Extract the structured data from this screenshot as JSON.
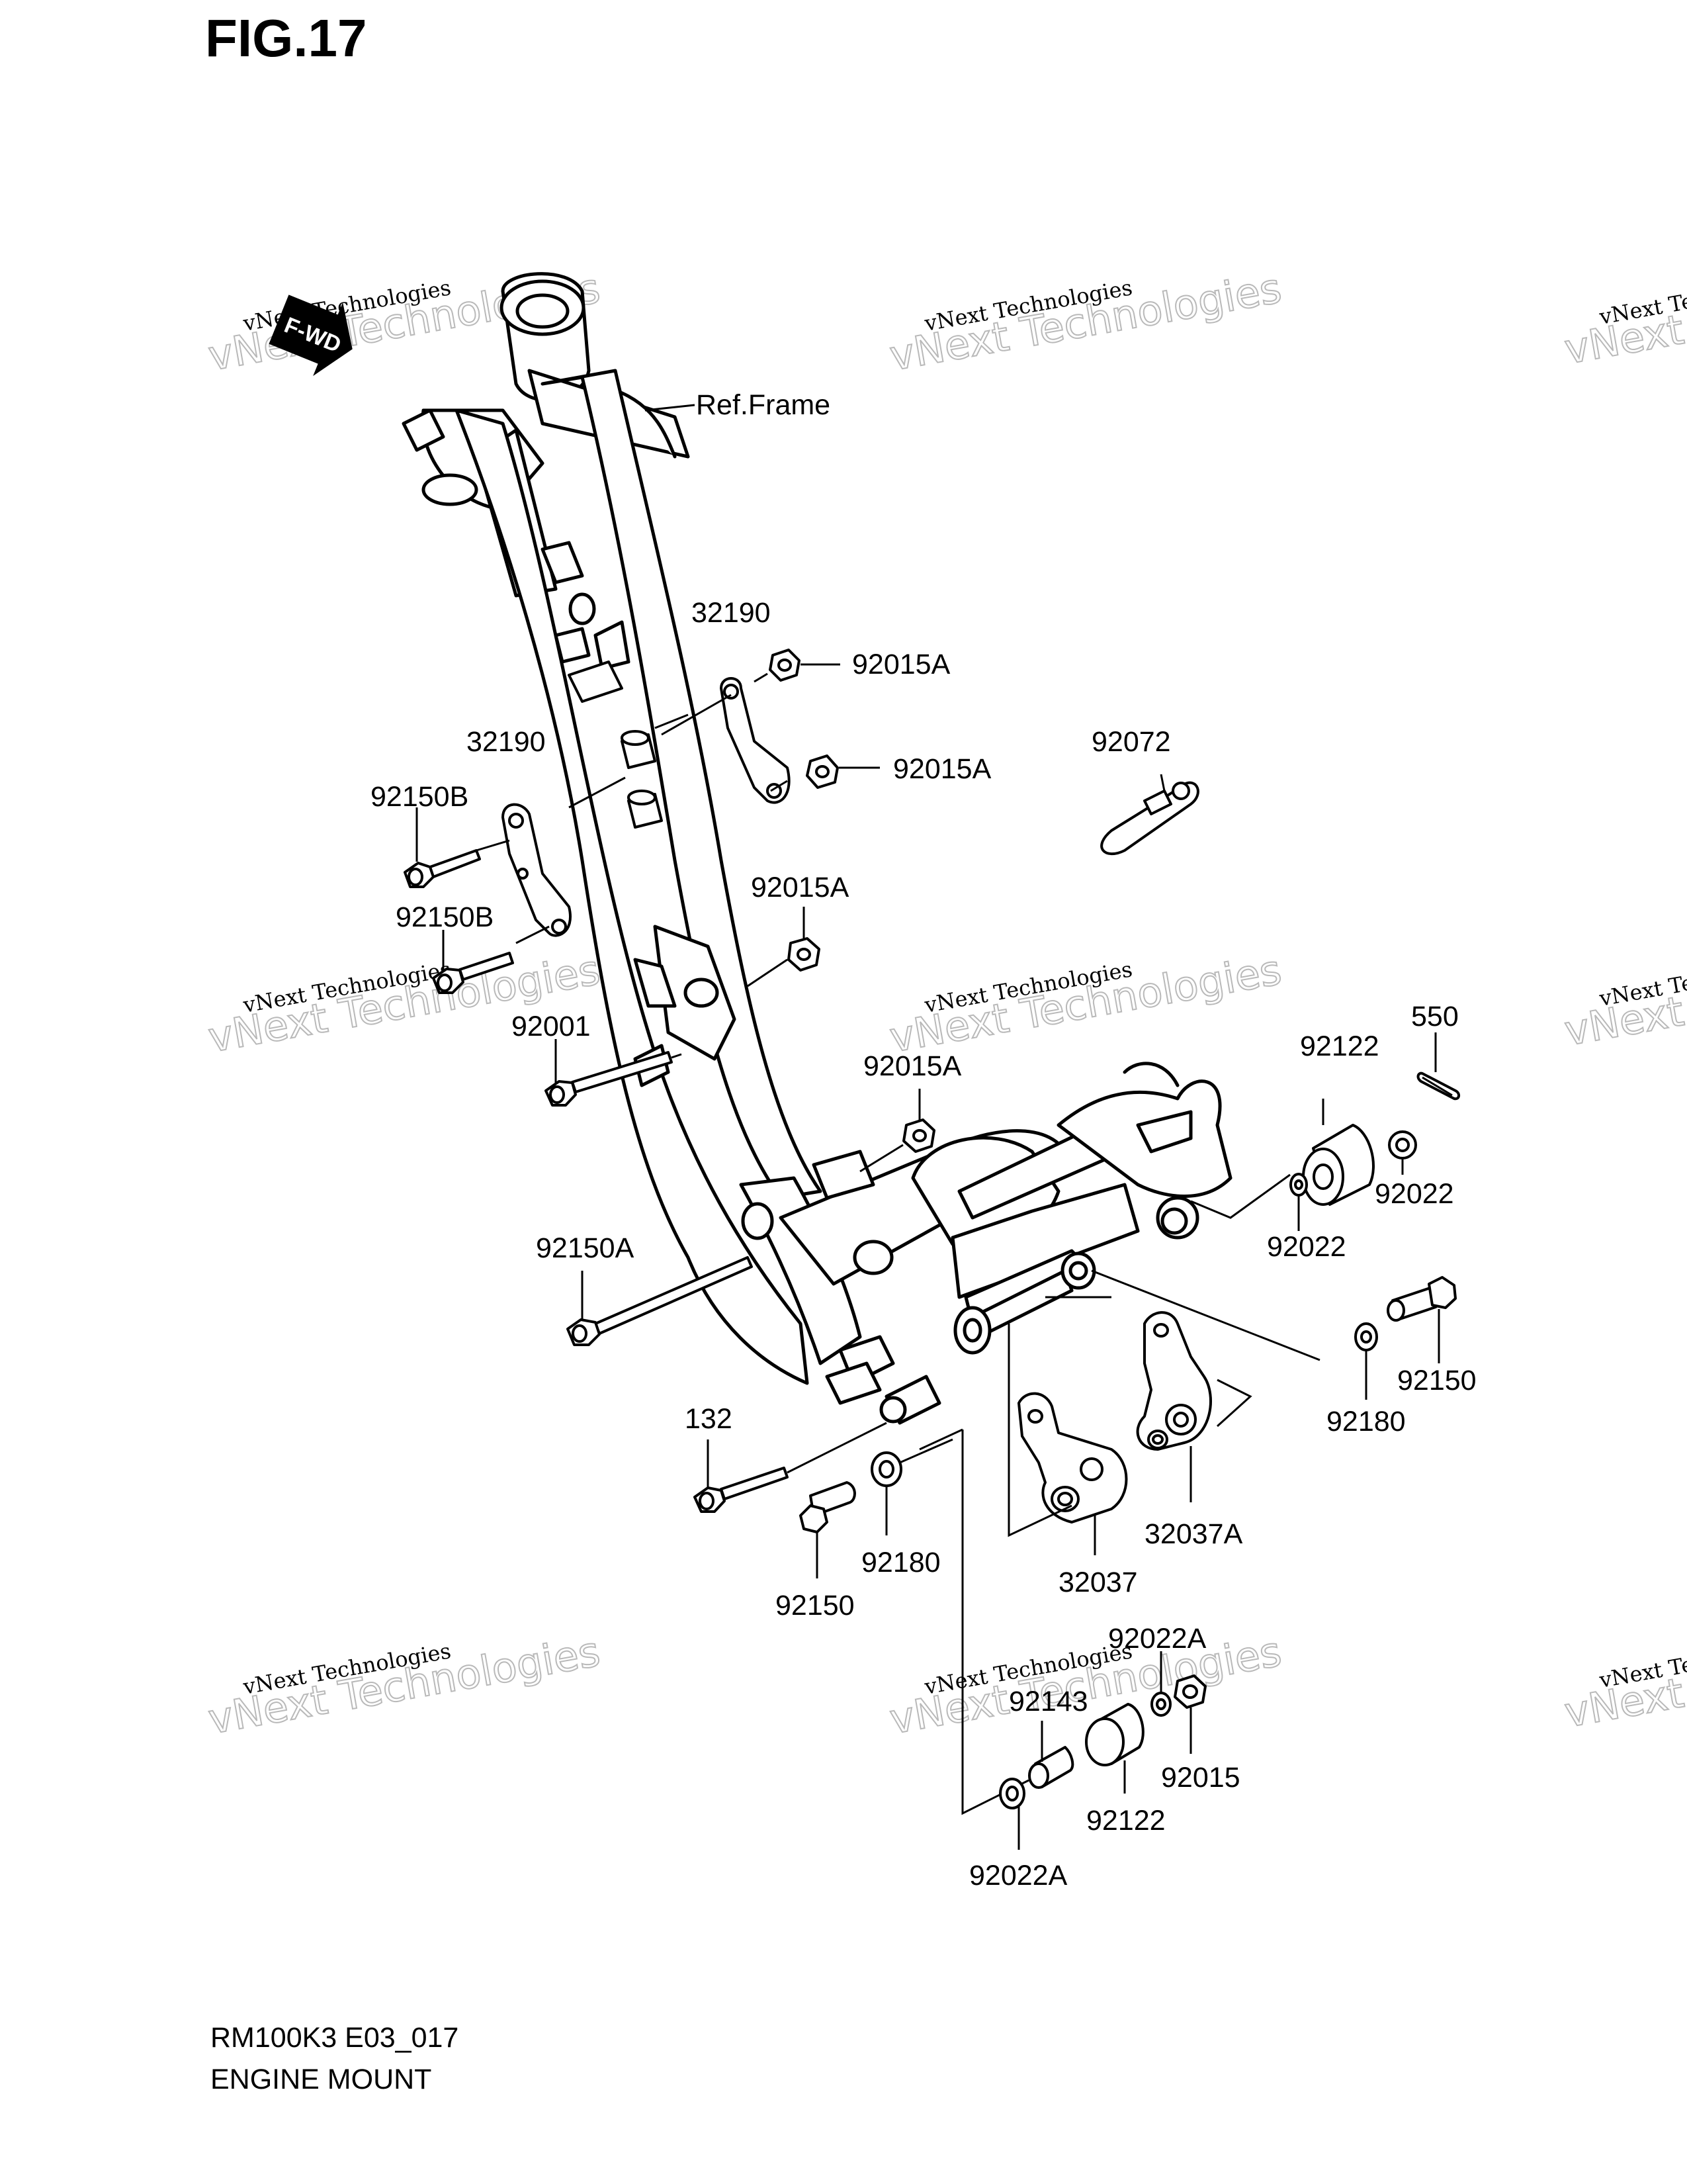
{
  "figure": {
    "title": "FIG.17"
  },
  "frame_ref": "Ref.Frame",
  "fwd_badge": "F-WD",
  "watermark": {
    "line1": "vNext Technologies",
    "line2": "vNext Technologies"
  },
  "parts": [
    "32190",
    "92015A",
    "92015A",
    "32190",
    "92150B",
    "92150B",
    "92072",
    "92015A",
    "92001",
    "92015A",
    "92122",
    "550",
    "92022",
    "92022",
    "92150A",
    "92150",
    "92180",
    "132",
    "92180",
    "92150",
    "32037A",
    "32037",
    "92022A",
    "92143",
    "92015",
    "92122",
    "92022A"
  ],
  "footer": {
    "model_code": "RM100K3 E03_017",
    "section": "ENGINE MOUNT"
  }
}
